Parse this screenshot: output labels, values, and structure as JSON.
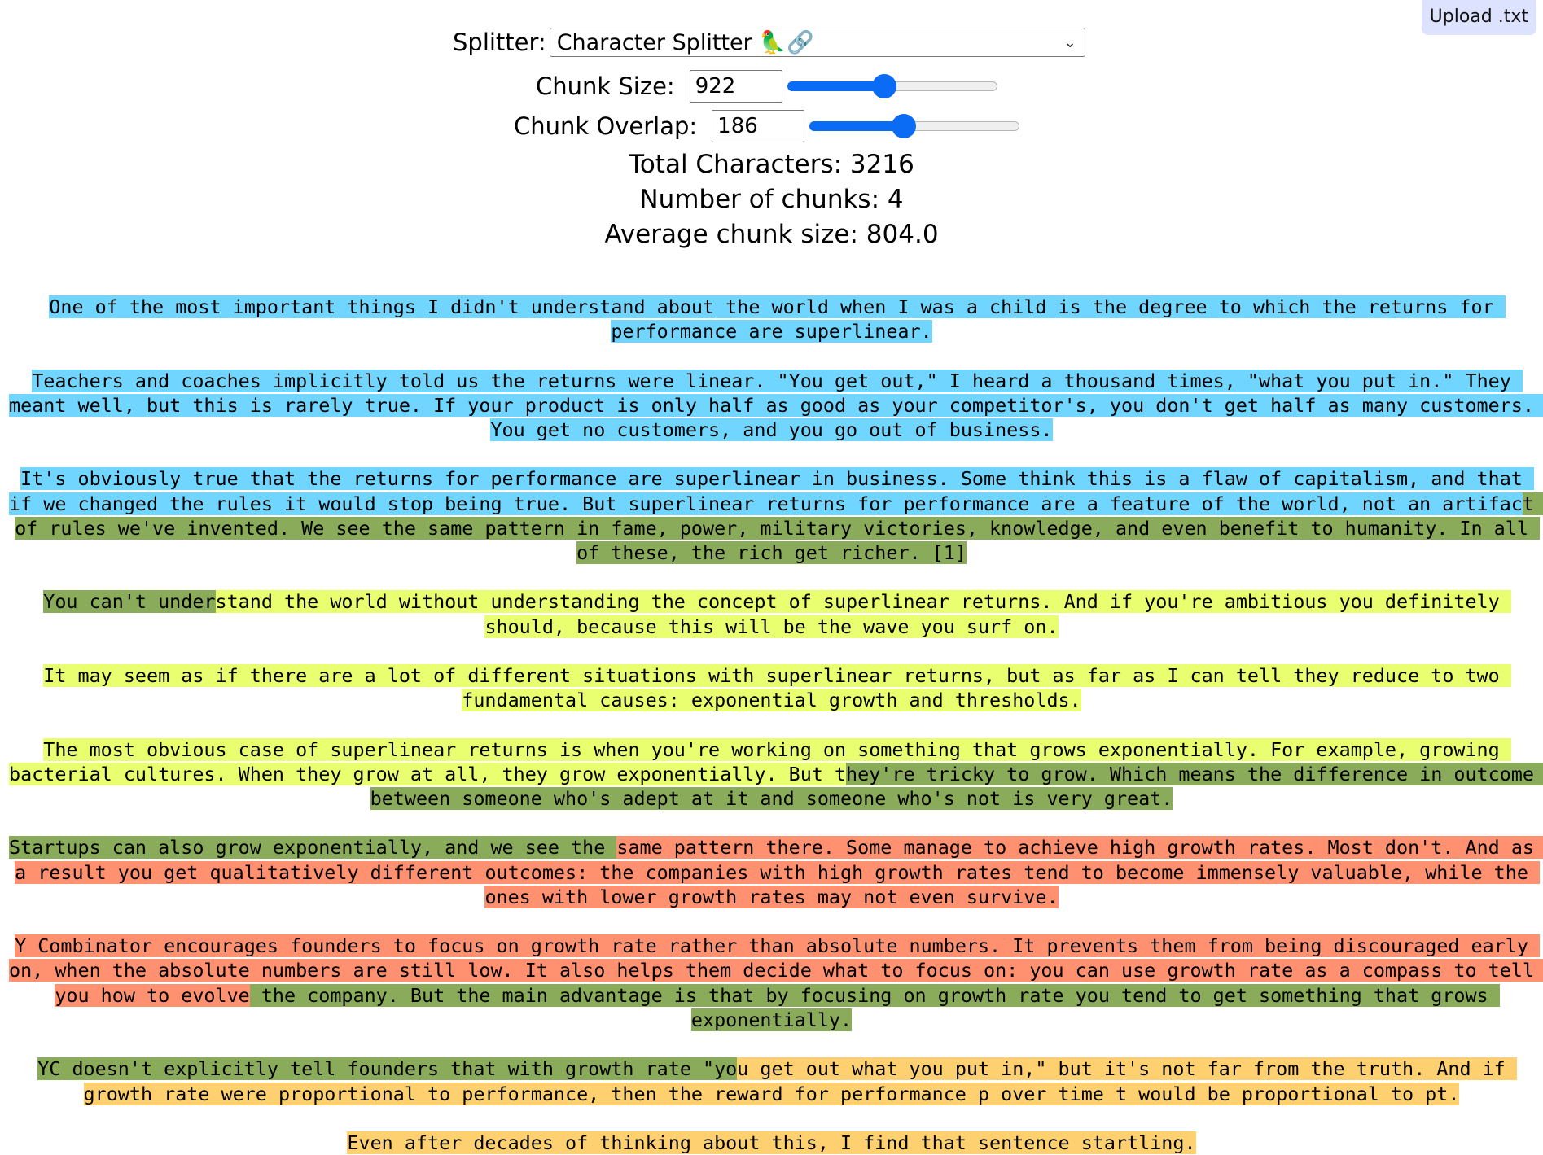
{
  "upload": {
    "label": "Upload .txt"
  },
  "splitter": {
    "label": "Splitter:",
    "selected": "Character Splitter 🦜🔗"
  },
  "chunk_size": {
    "label": "Chunk Size:",
    "value": "922",
    "fraction": 0.46
  },
  "chunk_overlap": {
    "label": "Chunk Overlap:",
    "value": "186",
    "fraction": 0.45
  },
  "stats": {
    "total": "Total Characters: 3216",
    "count": "Number of chunks: 4",
    "average": "Average chunk size: 804.0"
  },
  "colors": {
    "blue": "#70d6ff",
    "green_overlap": "#8aab5a",
    "yellow": "#e9ff70",
    "salmon": "#ff9070",
    "orange": "#ffd070"
  },
  "segments": [
    {
      "c": "c0",
      "t": "One of the most important things I didn't understand about the world when I was a child is the degree to which the returns for performance are superlinear.\n\nTeachers and coaches implicitly told us the returns were linear. \"You get out,\" I heard a thousand times, \"what you put in.\" They meant well, but this is rarely true. If your product is only half as good as your competitor's, you don't get half as many customers. You get no customers, and you go out of business.\n\nIt's obviously true that the returns for performance are superlinear in business. Some think this is a flaw of capitalism, and that if we changed the rules it would stop being true. But superlinear returns for performance are a feature of the world, not an artifac"
    },
    {
      "c": "c1",
      "t": "t of rules we've invented. We see the same pattern in fame, power, military victories, knowledge, and even benefit to humanity. In all of these, the rich get richer. [1]\n\nYou can't under"
    },
    {
      "c": "c2",
      "t": "stand the world without understanding the concept of superlinear returns. And if you're ambitious you definitely should, because this will be the wave you surf on.\n\nIt may seem as if there are a lot of different situations with superlinear returns, but as far as I can tell they reduce to two fundamental causes: exponential growth and thresholds.\n\nThe most obvious case of superlinear returns is when you're working on something that grows exponentially. For example, growing bacterial cultures. When they grow at all, they grow exponentially. But t"
    },
    {
      "c": "c1",
      "t": "hey're tricky to grow. Which means the difference in outcome between someone who's adept at it and someone who's not is very great.\n\nStartups can also grow exponentially, and we see the "
    },
    {
      "c": "c3",
      "t": "same pattern there. Some manage to achieve high growth rates. Most don't. And as a result you get qualitatively different outcomes: the companies with high growth rates tend to become immensely valuable, while the ones with lower growth rates may not even survive.\n\nY Combinator encourages founders to focus on growth rate rather than absolute numbers. It prevents them from being discouraged early on, when the absolute numbers are still low. It also helps them decide what to focus on: you can use growth rate as a compass to tell you how to evolve"
    },
    {
      "c": "c1",
      "t": " the company. But the main advantage is that by focusing on growth rate you tend to get something that grows exponentially.\n\nYC doesn't explicitly tell founders that with growth rate \"yo"
    },
    {
      "c": "c4",
      "t": "u get out what you put in,\" but it's not far from the truth. And if growth rate were proportional to performance, then the reward for performance p over time t would be proportional to pt.\n\nEven after decades of thinking about this, I find that sentence startling."
    }
  ]
}
